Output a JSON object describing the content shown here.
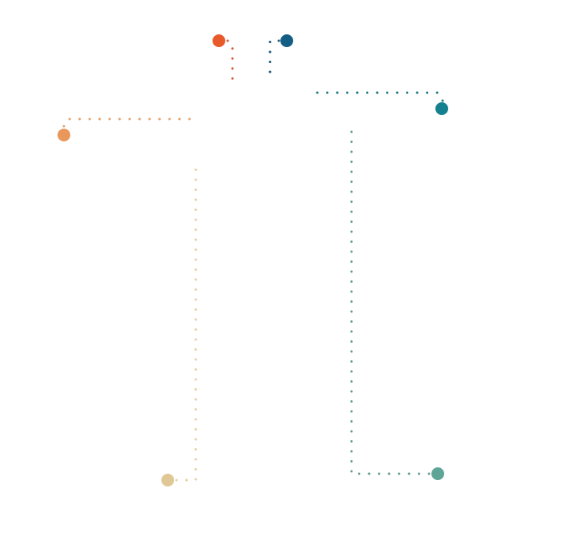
{
  "diagram": {
    "title": "",
    "nodes": [
      {
        "id": "n1",
        "color": "#E95A2B"
      },
      {
        "id": "n2",
        "color": "#145E86"
      },
      {
        "id": "n3",
        "color": "#15808F"
      },
      {
        "id": "n4",
        "color": "#E9975A"
      },
      {
        "id": "n5",
        "color": "#E0C796"
      },
      {
        "id": "n6",
        "color": "#5FA597"
      }
    ],
    "edges": [
      {
        "from": "n1",
        "style": "dotted",
        "color": "#D9583A"
      },
      {
        "from": "n2",
        "style": "dotted",
        "color": "#1E5A7E"
      },
      {
        "from": "n3",
        "style": "dotted",
        "color": "#1D7A80"
      },
      {
        "from": "n4",
        "style": "dotted",
        "color": "#E6A06A"
      },
      {
        "from": "n5",
        "style": "dotted",
        "color": "#E3CFA3"
      },
      {
        "from": "n6",
        "style": "dotted",
        "color": "#5E9E91"
      }
    ]
  }
}
